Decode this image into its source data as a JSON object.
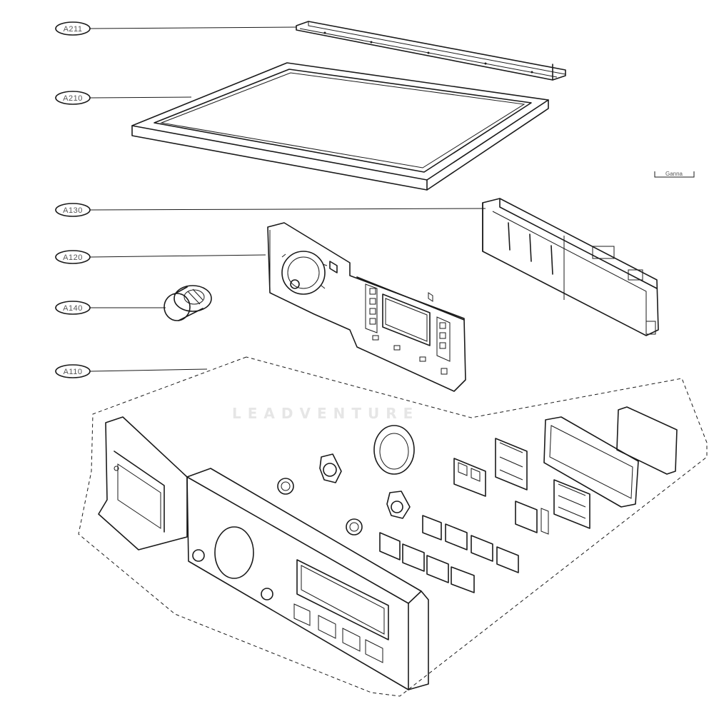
{
  "diagram": {
    "callouts": [
      {
        "id": "A211",
        "label": "A211"
      },
      {
        "id": "A210",
        "label": "A210"
      },
      {
        "id": "A130",
        "label": "A130"
      },
      {
        "id": "A120",
        "label": "A120"
      },
      {
        "id": "A140",
        "label": "A140"
      },
      {
        "id": "A110",
        "label": "A110"
      }
    ],
    "corner_tag": "Ganna",
    "watermark": "LEADVENTURE"
  }
}
